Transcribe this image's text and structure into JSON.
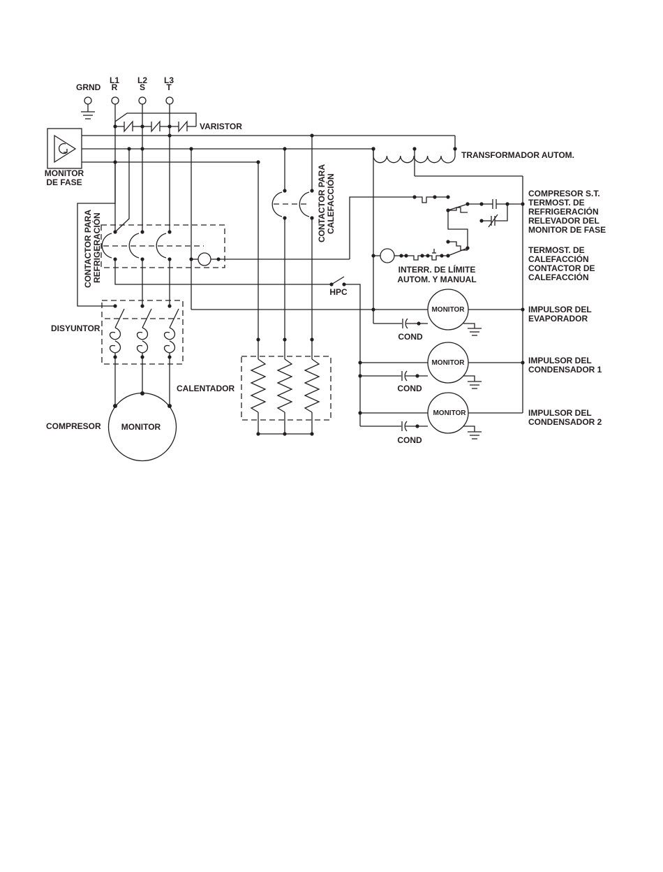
{
  "terminals": {
    "grnd": "GRND",
    "l1": "L1",
    "r": "R",
    "l2": "L2",
    "s": "S",
    "l3": "L3",
    "t": "T"
  },
  "labels": {
    "varistor": "VARISTOR",
    "monitor_fase_1": "MONITOR",
    "monitor_fase_2": "DE FASE",
    "transformador": "TRANSFORMADOR AUTOM.",
    "contactor_calef_1": "CONTACTOR PARA",
    "contactor_calef_2": "CALEFACCIÓN",
    "contactor_refrig_1": "CONTACTOR PARA",
    "contactor_refrig_2": "REFRIGERACIÓN",
    "compresor_st": [
      "COMPRESOR S.T.",
      "TERMOST. DE",
      "REFRIGERACIÓN",
      "RELEVADOR DEL",
      "MONITOR DE FASE"
    ],
    "termost_calef": [
      "TERMOST. DE",
      "CALEFACCIÓN",
      "CONTACTOR DE",
      "CALEFACCIÓN"
    ],
    "interr_1": "INTERR. DE LÍMITE",
    "interr_2": "AUTOM. Y MANUAL",
    "hpc": "HPC",
    "disyuntor": "DISYUNTOR",
    "calentador": "CALENTADOR",
    "compresor": "COMPRESOR",
    "monitor": "MONITOR",
    "cond": "COND",
    "impulsor_evap_1": "IMPULSOR DEL",
    "impulsor_evap_2": "EVAPORADOR",
    "impulsor_cond1_1": "IMPULSOR DEL",
    "impulsor_cond1_2": "CONDENSADOR 1",
    "impulsor_cond2_1": "IMPULSOR DEL",
    "impulsor_cond2_2": "CONDENSADOR 2"
  },
  "colors": {
    "ink": "#231f20",
    "background": "#ffffff"
  }
}
